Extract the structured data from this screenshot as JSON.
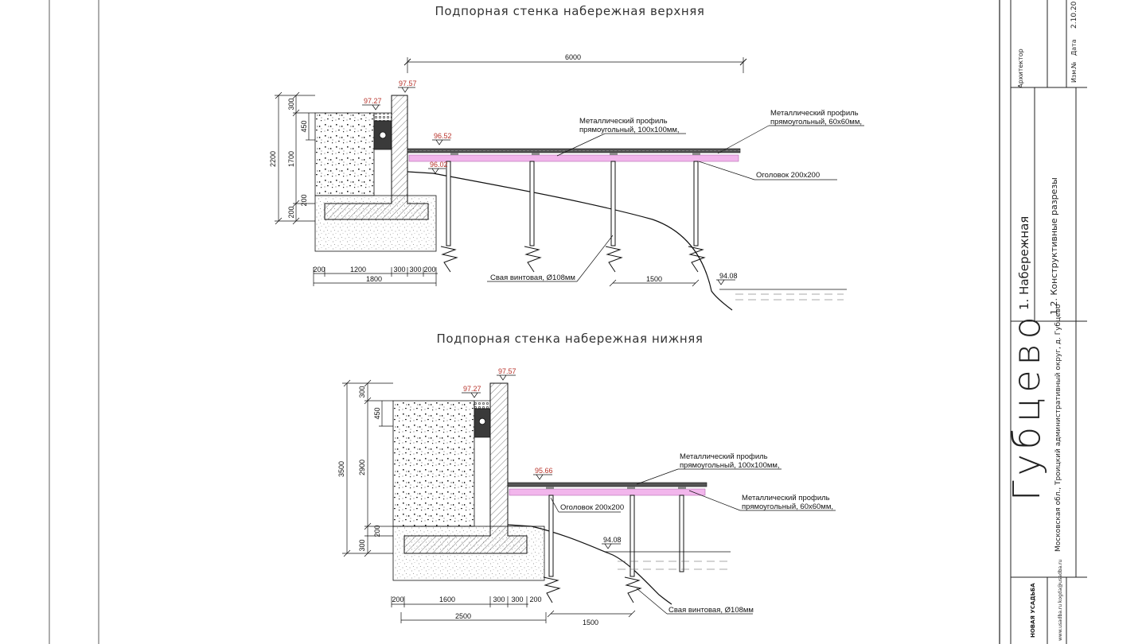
{
  "upper": {
    "title": "Подпорная стенка набережная верхняя",
    "dim_total": "6000",
    "dim_2200": "2200",
    "dim_300": "300",
    "dim_450": "450",
    "dim_1700": "1700",
    "dim_200a": "200",
    "dim_200b": "200",
    "base_dims": [
      "200",
      "1200",
      "300",
      "300",
      "200"
    ],
    "base_total": "1800",
    "pile_spacing": "1500",
    "lvl_top": "97.57",
    "lvl_fill": "97.27",
    "lvl_deck": "96.52",
    "lvl_ground": "96.02",
    "lvl_water": "94.08",
    "note_profile100_l1": "Металлический профиль",
    "note_profile100_l2": "прямоугольный, 100х100мм,",
    "note_profile60_l1": "Металлический профиль",
    "note_profile60_l2": "прямоугольный, 60х60мм,",
    "note_cap": "Оголовок 200х200",
    "note_pile": "Свая винтовая, Ø108мм"
  },
  "lower": {
    "title": "Подпорная стенка набережная нижняя",
    "dim_3500": "3500",
    "dim_300a": "300",
    "dim_450": "450",
    "dim_2900": "2900",
    "dim_200": "200",
    "dim_300b": "300",
    "base_dims": [
      "200",
      "1600",
      "300",
      "300",
      "200"
    ],
    "base_total": "2500",
    "pile_spacing": "1500",
    "lvl_top": "97.57",
    "lvl_fill": "97.27",
    "lvl_deck": "95.66",
    "lvl_water": "94.08",
    "note_profile100_l1": "Металлический профиль",
    "note_profile100_l2": "прямоугольный, 100х100мм,",
    "note_profile60_l1": "Металлический профиль",
    "note_profile60_l2": "прямоугольный, 60х60мм,",
    "note_cap": "Оголовок 200х200",
    "note_pile": "Свая винтовая, Ø108мм"
  },
  "stamp": {
    "architect": "Архитектор",
    "col_izm": "Изм.",
    "col_no": "№",
    "col_date": "Дата",
    "date": "2.10.20",
    "section_no": "1. Набережная",
    "sheet_name": "1.2. Конструктивные разрезы",
    "project": "Губцево",
    "address": "Московская обл., Троицкий административный округ, д. Губцево",
    "company": "НОВАЯ УСАДЬБА",
    "contacts": "www.usadba.ru   kogda@usadba.ru"
  },
  "colors": {
    "deck_pink": "#f2b6ec",
    "level_red": "#b8332b",
    "line": "#111111"
  }
}
